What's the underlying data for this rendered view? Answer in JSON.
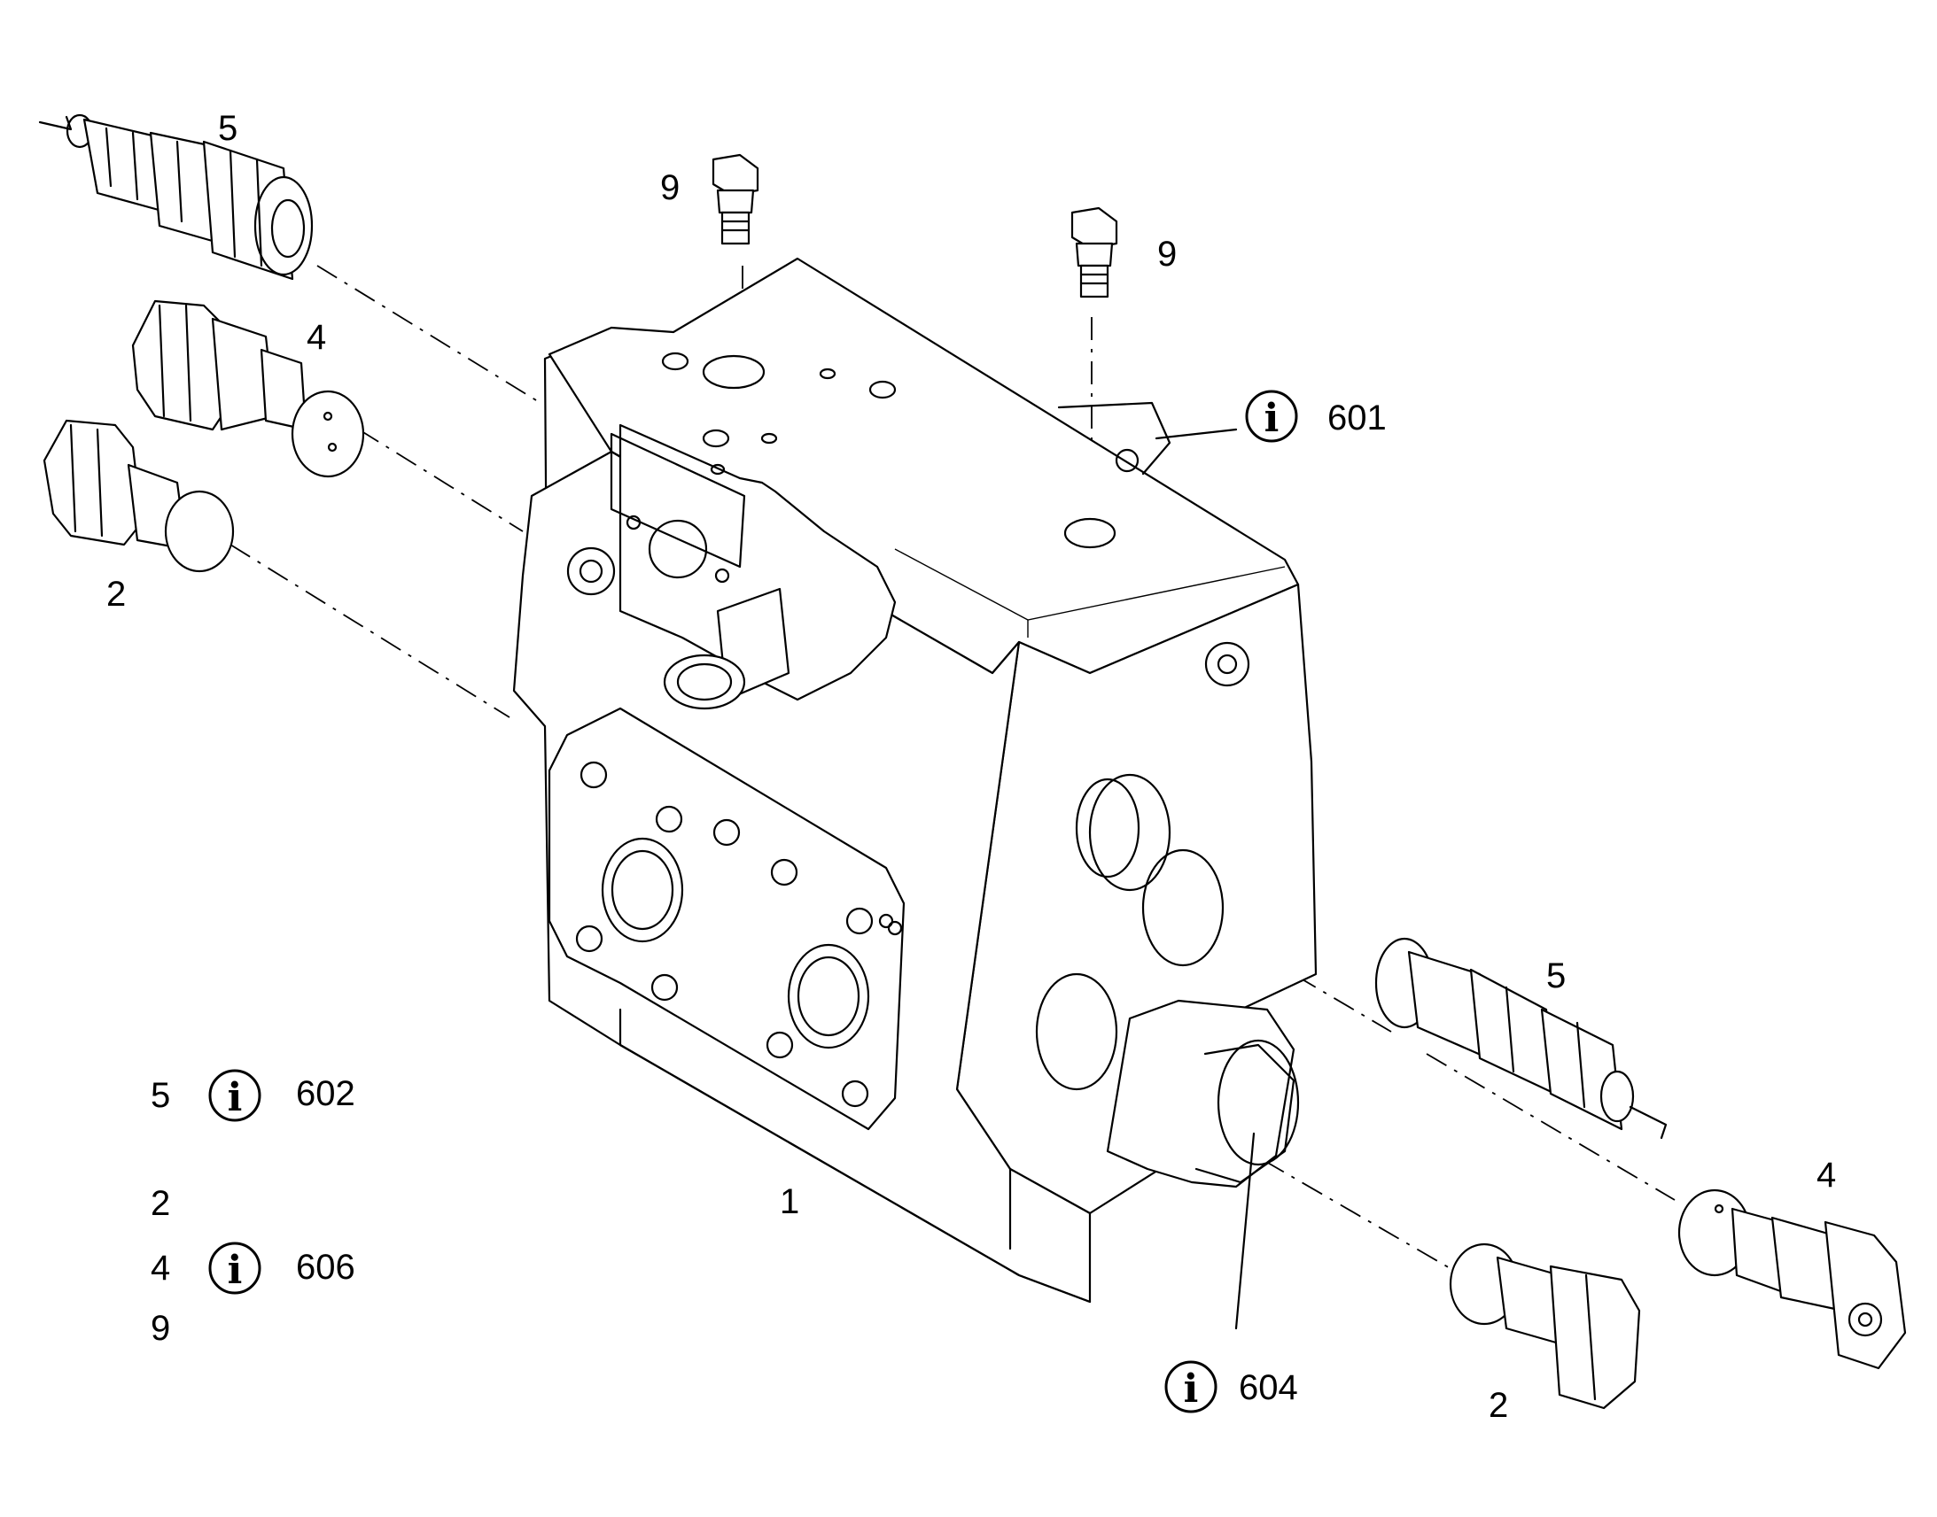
{
  "callouts": {
    "part_5_top": "5",
    "part_4_top": "4",
    "part_2_top": "2",
    "part_9_left": "9",
    "part_9_right": "9",
    "info_601": "601",
    "part_1": "1",
    "info_604": "604",
    "part_5_bottom": "5",
    "part_4_bottom": "4",
    "part_2_bottom": "2"
  },
  "legend": {
    "rows": [
      {
        "part": "5",
        "info": true,
        "code": "602"
      },
      {
        "part": "2",
        "info": false,
        "code": ""
      },
      {
        "part": "4",
        "info": true,
        "code": "606"
      },
      {
        "part": "9",
        "info": false,
        "code": ""
      }
    ]
  },
  "icons": {
    "info": "i"
  }
}
